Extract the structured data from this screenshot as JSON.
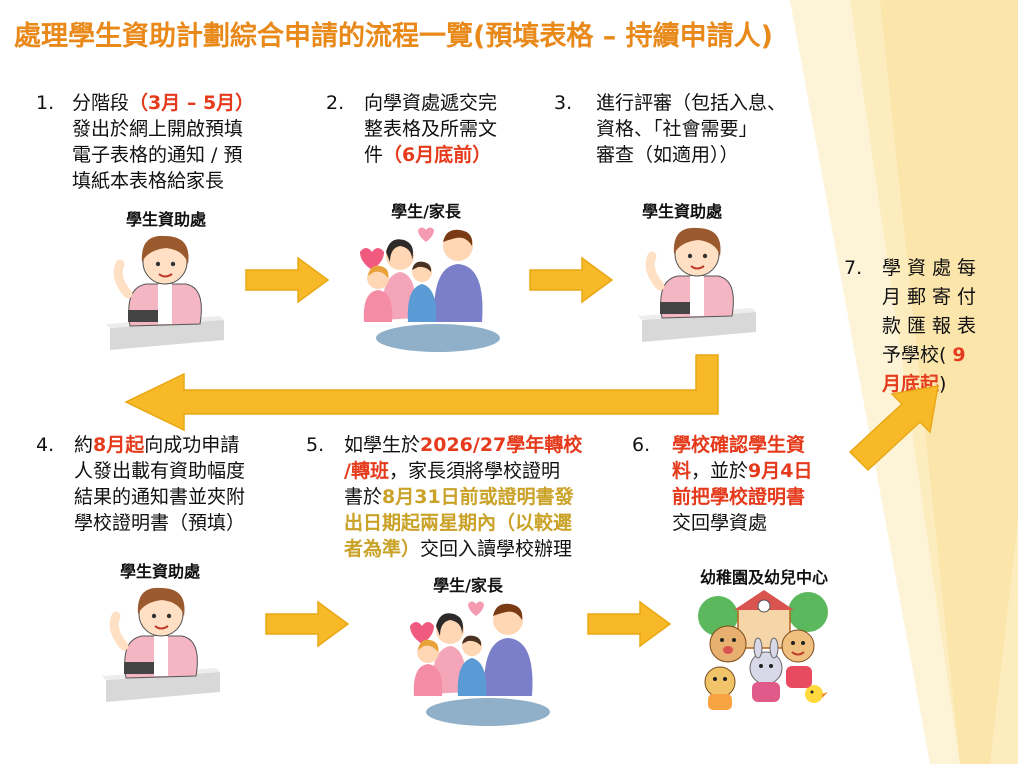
{
  "title": "處理學生資助計劃綜合申請的流程一覽(預填表格 – 持續申請人)",
  "steps": [
    {
      "num": "1.",
      "parts": [
        "分階段",
        "（3月 – 5月）",
        "發出於網上開啟預填",
        "電子表格的通知 / 預",
        "填紙本表格給家長"
      ]
    },
    {
      "num": "2.",
      "parts": [
        "向學資處遞交完",
        "整表格及所需文",
        "件",
        "（6月底前）"
      ]
    },
    {
      "num": "3.",
      "parts": [
        "進行評審（包括入息、",
        "資格、「社會需要」",
        "審查（如適用））"
      ]
    },
    {
      "num": "4.",
      "parts": [
        "約",
        "8月起",
        "向成功申請",
        "人發出載有資助幅度",
        "結果的通知書並夾附",
        "學校證明書（預填）"
      ]
    },
    {
      "num": "5.",
      "parts": [
        "如學生於",
        "2026/27學年轉校",
        "/轉班",
        "，家長須將學校證明",
        "書於",
        "8月31日前或證明書發",
        "出日期起兩星期內（以較遲",
        "者為準）",
        "交回入讀學校辦理"
      ]
    },
    {
      "num": "6.",
      "parts": [
        "學校確認學生資",
        "料",
        "，並於",
        "9月4日",
        "前把學校證明書",
        "交回學資處"
      ]
    },
    {
      "num": "7.",
      "lines": [
        "學資處每",
        "月郵寄付",
        "款匯報表",
        "予學校(",
        "9",
        "月底起",
        ")"
      ]
    }
  ],
  "labels": {
    "sfo1": "學生資助處",
    "parent1": "學生/家長",
    "sfo2": "學生資助處",
    "sfo3": "學生資助處",
    "parent2": "學生/家長",
    "kg": "幼稚園及幼兒中心"
  },
  "colors": {
    "title": "#e8891a",
    "arrow": "#f7b928",
    "highlight_red": "#e53b1c",
    "highlight_gold": "#c9a227"
  }
}
